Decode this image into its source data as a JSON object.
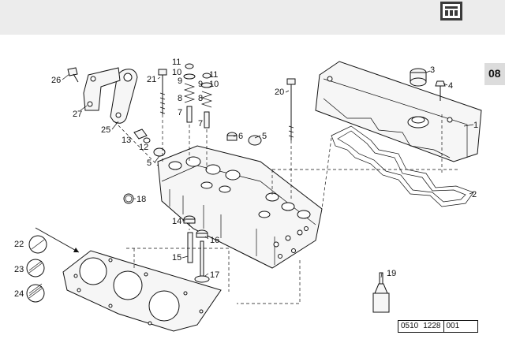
{
  "section_tab": "08",
  "reference": [
    "0510",
    "1228",
    "001"
  ],
  "callouts": {
    "c1": "1",
    "c2": "2",
    "c3": "3",
    "c4": "4",
    "c5a": "5",
    "c5b": "5",
    "c6": "6",
    "c7a": "7",
    "c7b": "7",
    "c8a": "8",
    "c8b": "8",
    "c9a": "9",
    "c9b": "9",
    "c10a": "10",
    "c10b": "10",
    "c11a": "11",
    "c11b": "11",
    "c12": "12",
    "c13": "13",
    "c14": "14",
    "c15": "15",
    "c16": "16",
    "c17": "17",
    "c18": "18",
    "c19": "19",
    "c20": "20",
    "c21": "21",
    "c22": "22",
    "c23": "23",
    "c24": "24",
    "c25": "25",
    "c26": "26",
    "c27": "27"
  },
  "icons": {
    "catalog": "engine-catalog-icon"
  }
}
